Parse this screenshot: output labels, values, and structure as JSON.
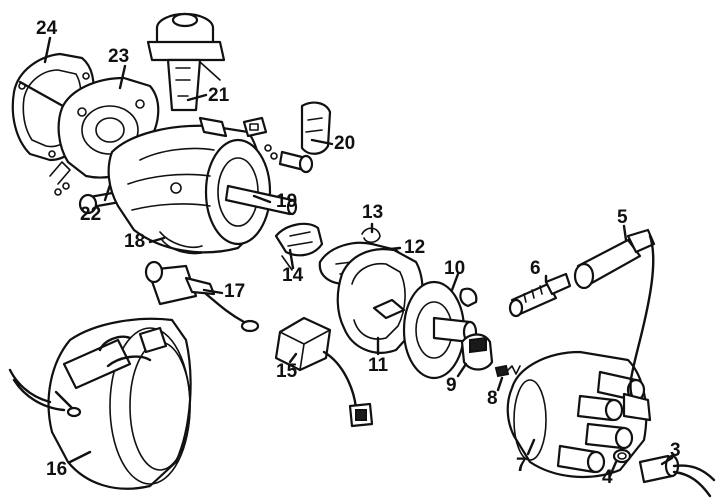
{
  "callouts": {
    "c3": "3",
    "c4": "4",
    "c5": "5",
    "c6": "6",
    "c7": "7",
    "c8": "8",
    "c9": "9",
    "c10": "10",
    "c11": "11",
    "c12": "12",
    "c13": "13",
    "c14": "14",
    "c15": "15",
    "c16": "16",
    "c17": "17",
    "c18": "18",
    "c19": "19",
    "c20": "20",
    "c21": "21",
    "c22": "22",
    "c23": "23",
    "c24": "24"
  },
  "colors": {
    "ink": "#111111",
    "paper": "#ffffff"
  }
}
